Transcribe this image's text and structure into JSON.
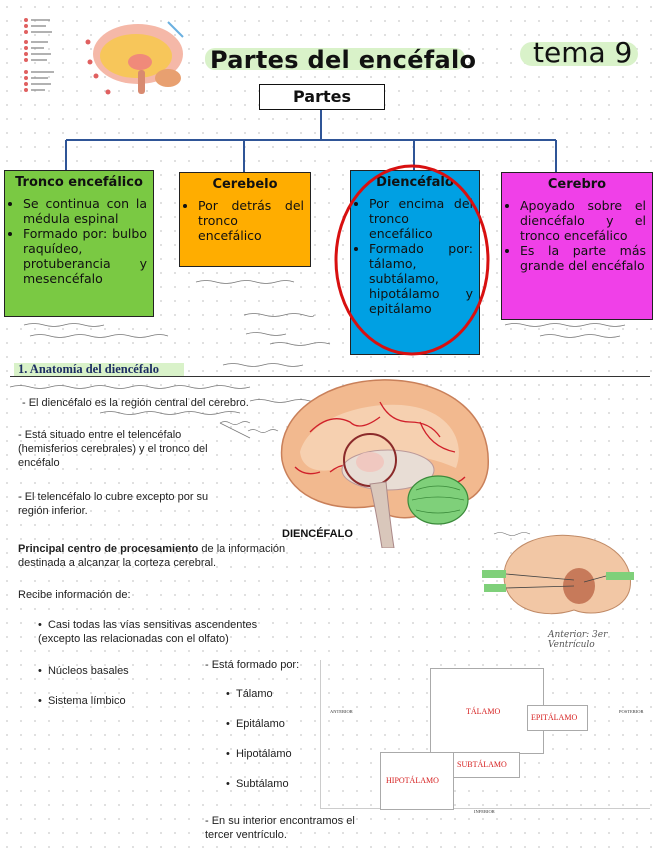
{
  "header": {
    "title": "Partes del encéfalo",
    "tema": "tema 9",
    "partes": "Partes"
  },
  "boxes": [
    {
      "title": "Tronco encefálico",
      "items": [
        "Se continua con la médula espinal",
        "Formado por: bulbo raquídeo, protuberancia y mesencéfalo"
      ],
      "color": "#7ac943"
    },
    {
      "title": "Cerebelo",
      "items": [
        "Por detrás del tronco encefálico"
      ],
      "color": "#ffad00"
    },
    {
      "title": "Diencéfalo",
      "items": [
        "Por encima del tronco encefálico",
        "Formado por: tálamo, subtálamo, hipotálamo y epitálamo"
      ],
      "color": "#00a0e3"
    },
    {
      "title": "Cerebro",
      "items": [
        "Apoyado sobre el diencéfalo y el tronco encefálico",
        "Es la parte más grande del encéfalo"
      ],
      "color": "#f040e8"
    }
  ],
  "section": {
    "title": "1. Anatomía del diencéfalo",
    "p1": "- El diencéfalo es la región central del cerebro.",
    "p2": "- Está situado entre el telencéfalo (hemisferios cerebrales) y el tronco del encéfalo",
    "p3": "- El telencéfalo lo cubre excepto por su región inferior.",
    "p4_bold": "Principal centro de procesamiento",
    "p4_rest": " de la información destinada a alcanzar la corteza cerebral.",
    "p5": "Recibe información de:",
    "recibe": [
      "Casi todas las vías sensitivas ascendentes (excepto las relacionadas con el olfato)",
      "Núcleos basales",
      "Sistema límbico"
    ],
    "formado_title": "- Está formado por:",
    "formado": [
      "Tálamo",
      "Epitálamo",
      "Hipotálamo",
      "Subtálamo"
    ],
    "interior": "- En su interior encontramos el tercer ventrículo.",
    "image_label": "DIENCÉFALO",
    "hand_note": "Anterior: 3er Ventrículo"
  },
  "diagram": {
    "anterior": "ANTERIOR",
    "posterior": "POSTERIOR",
    "inferior": "INFERIOR",
    "talamo": "TÁLAMO",
    "epitalamo": "EPITÁLAMO",
    "subtalamo": "SUBTÁLAMO",
    "hipotalamo": "HIPOTÁLAMO"
  },
  "colors": {
    "highlight": "#d9f2c9",
    "connector": "#2f5597",
    "circle": "#d81010"
  }
}
